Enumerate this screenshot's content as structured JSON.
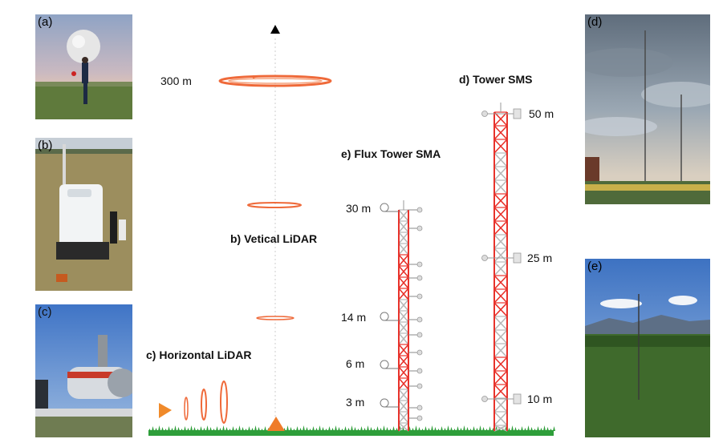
{
  "photos": {
    "a": {
      "label": "(a)"
    },
    "b": {
      "label": "(b)"
    },
    "c": {
      "label": "(c)"
    },
    "d": {
      "label": "(d)"
    },
    "e": {
      "label": "(e)"
    }
  },
  "vertical_lidar": {
    "title": "b) Vetical LiDAR",
    "height_label": "300 m"
  },
  "horizontal_lidar": {
    "title": "c) Horizontal LiDAR"
  },
  "flux_tower": {
    "title": "e)  Flux Tower SMA",
    "levels": [
      "30 m",
      "14 m",
      "6 m",
      "3 m"
    ]
  },
  "tower_sms": {
    "title": "d) Tower SMS",
    "levels": [
      "50 m",
      "25 m",
      "10 m"
    ]
  },
  "colors": {
    "tower_red": "#e8322b",
    "tower_grey": "#b8b8b8",
    "ring_orange": "#ef6a3a",
    "ground_green": "#2e9e3a"
  }
}
